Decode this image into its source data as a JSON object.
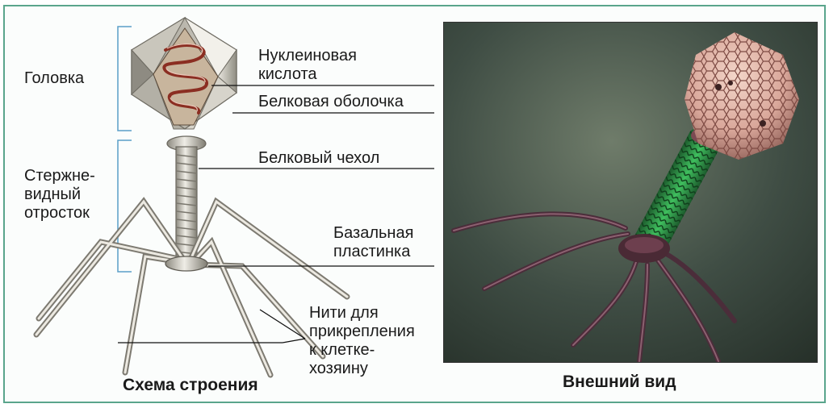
{
  "labels": {
    "head": "Головка",
    "tail": "Стержне-\nвидный\nотросток",
    "nucleic_acid": "Нуклеиновая\nкислота",
    "protein_coat": "Белковая оболочка",
    "protein_sheath": "Белковый чехол",
    "basal_plate": "Базальная\nпластинка",
    "tail_fibers": "Нити для\nприкрепления\nк клетке-\nхозяину"
  },
  "captions": {
    "scheme": "Схема строения",
    "appearance": "Внешний вид"
  },
  "colors": {
    "frame": "#5aa58c",
    "bracket": "#5a9fc8",
    "photo_background": "#3f4d44",
    "sheath_green": "#2f9a4a",
    "head_pink": "#d9a79a"
  }
}
